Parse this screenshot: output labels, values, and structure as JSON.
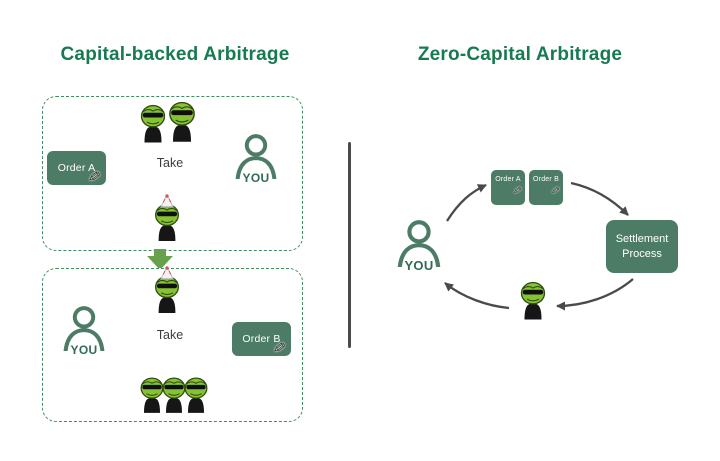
{
  "left_panel": {
    "title": "Capital-backed Arbitrage",
    "scenario1": {
      "order_label": "Order A",
      "take_label": "Take",
      "you_label": "YOU"
    },
    "scenario2": {
      "order_label": "Order B",
      "take_label": "Take",
      "you_label": "YOU"
    }
  },
  "right_panel": {
    "title": "Zero-Capital Arbitrage",
    "order_a_label": "Order A",
    "order_b_label": "Order B",
    "you_label": "YOU",
    "settlement": {
      "line1": "Settlement",
      "line2": "Process"
    }
  },
  "icons": {
    "pencil": "✎"
  },
  "colors": {
    "title_green": "#177a50",
    "box_green": "#4d7c66",
    "mascot_green": "#86c232",
    "arrow_gray": "#4a4a4a",
    "accent_green": "#67a14c",
    "dashed_border": "#3f8e63"
  }
}
